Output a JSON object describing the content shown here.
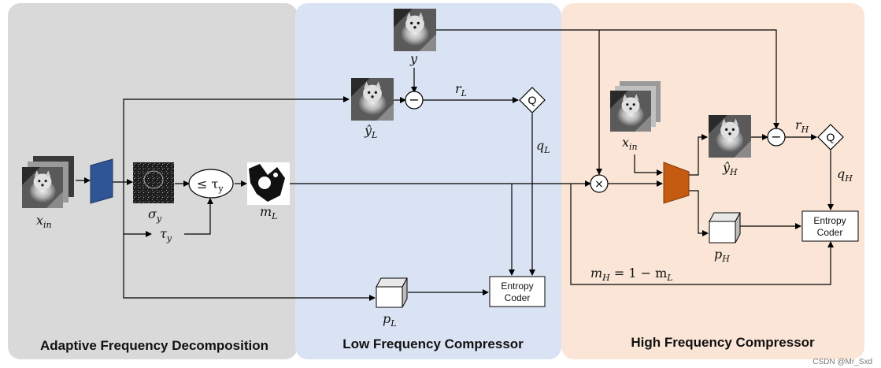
{
  "panels": {
    "left": {
      "title": "Adaptive Frequency Decomposition",
      "color": "#d9d9d9"
    },
    "middle": {
      "title": "Low Frequency Compressor",
      "color": "#dae3f3"
    },
    "right": {
      "title": "High Frequency Compressor",
      "color": "#fbe5d6"
    }
  },
  "labels": {
    "x_in": {
      "base": "x",
      "sub": "in"
    },
    "x_in_high": {
      "base": "x",
      "sub": "in"
    },
    "sigma_y": {
      "base": "σ",
      "sub": "y"
    },
    "tau_y": {
      "base": "τ",
      "sub": "y"
    },
    "compare": {
      "base": "≤ τ",
      "sub": "y"
    },
    "m_L": {
      "base": "m",
      "sub": "L"
    },
    "y": {
      "base": "y"
    },
    "y_hat_L": {
      "base": "ŷ",
      "sub": "L"
    },
    "r_L": {
      "base": "r",
      "sub": "L"
    },
    "q_L": {
      "base": "q",
      "sub": "L"
    },
    "p_L": {
      "base": "p",
      "sub": "L"
    },
    "y_hat_H": {
      "base": "ŷ",
      "sub": "H"
    },
    "r_H": {
      "base": "r",
      "sub": "H"
    },
    "q_H": {
      "base": "q",
      "sub": "H"
    },
    "p_H": {
      "base": "p",
      "sub": "H"
    },
    "m_H": {
      "pre": "m",
      "sub": "H",
      "mid": " = 1 − m",
      "sub2": "L"
    }
  },
  "nodes": {
    "minus_symbol": "−",
    "times_symbol": "×",
    "quantizer_symbol": "Q",
    "entropy_coder": {
      "line1": "Entropy",
      "line2": "Coder"
    }
  },
  "colors": {
    "low_encoder": "#2f5597",
    "high_encoder": "#c55a11"
  },
  "watermark": "CSDN @Mr_Sxd"
}
